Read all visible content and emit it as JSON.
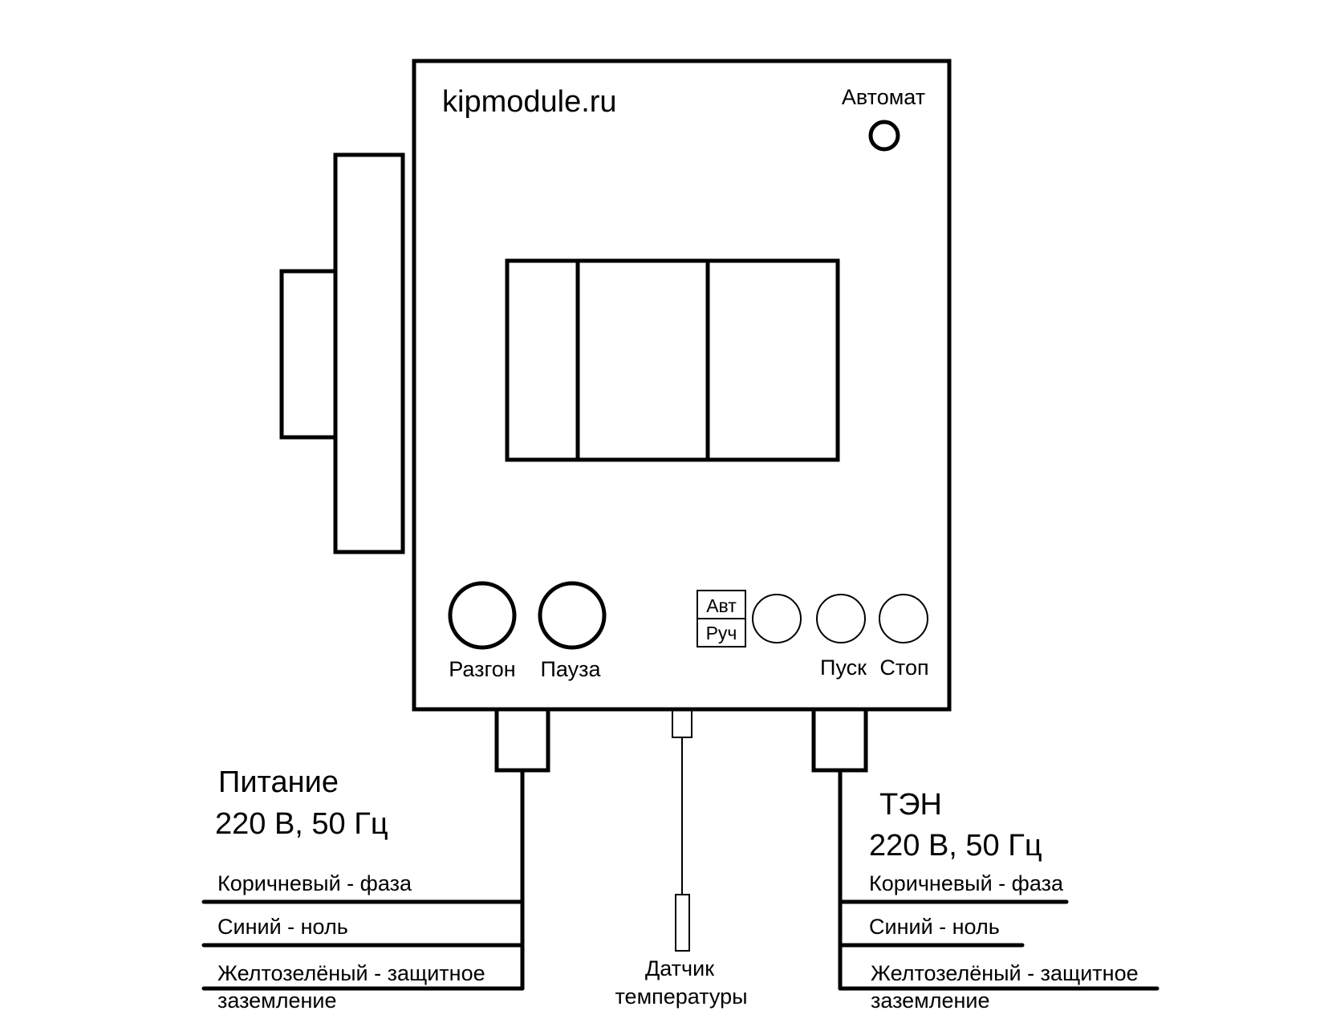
{
  "enclosure": {
    "site": "kipmodule.ru",
    "breaker_label": "Автомат"
  },
  "controls": {
    "boost": "Разгон",
    "pause": "Пауза",
    "mode_auto": "Авт",
    "mode_manual": "Руч",
    "start": "Пуск",
    "stop": "Стоп"
  },
  "power_input": {
    "title": "Питание",
    "rating": "220 В, 50 Гц",
    "wires": [
      "Коричневый - фаза",
      "Синий - ноль",
      "Желтозелёный - защитное",
      "заземление"
    ]
  },
  "sensor": {
    "line1": "Датчик",
    "line2": "температуры"
  },
  "heater_output": {
    "title": "ТЭН",
    "rating": "220 В, 50 Гц",
    "wires": [
      "Коричневый - фаза",
      "Синий - ноль",
      "Желтозелёный - защитное",
      "заземление"
    ]
  },
  "colors": {
    "stroke": "#000000",
    "background": "#ffffff"
  }
}
